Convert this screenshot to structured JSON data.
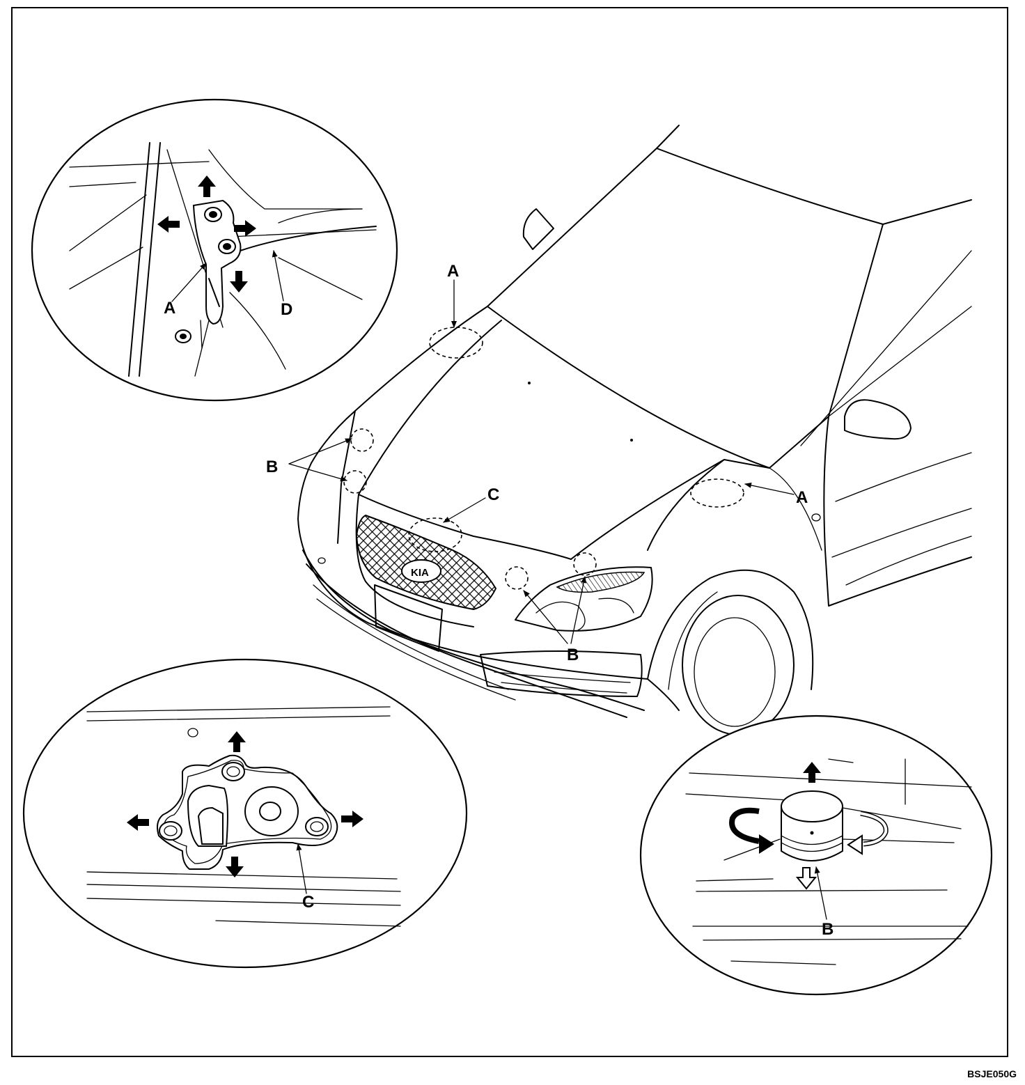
{
  "labels": {
    "main_a_top": "A",
    "main_a_right": "A",
    "main_b_left": "B",
    "main_b_bottom": "B",
    "main_c": "C",
    "detail_hinge_a": "A",
    "detail_hinge_d": "D",
    "detail_latch_c": "C",
    "detail_bumper_b": "B"
  },
  "figure_code": "BSJE050G"
}
